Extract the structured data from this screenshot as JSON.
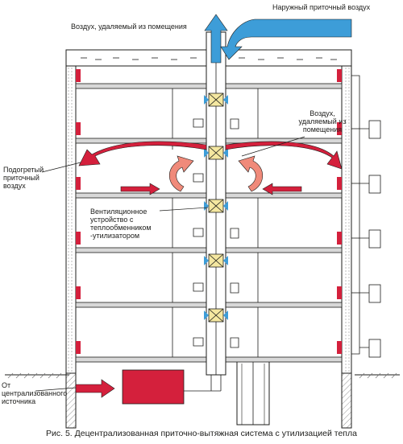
{
  "labels": {
    "exhaust_air": "Воздух, удаляемый из помещения",
    "outdoor_air": "Наружный приточный воздух",
    "room_exhaust_line1": "Воздух,",
    "room_exhaust_line2": "удаляемый из",
    "room_exhaust_line3": "помещения",
    "heated_line1": "Подогретый",
    "heated_line2": "приточный",
    "heated_line3": "воздух",
    "vent_line1": "Вентиляционное",
    "vent_line2": "устройство с",
    "vent_line3": "теплообменником",
    "vent_line4": "-утилизатором",
    "source_line1": "От",
    "source_line2": "централизованного",
    "source_line3": "источника"
  },
  "caption": "Рис. 5. Децентрализованная приточно-вытяжная система с утилизацией тепла",
  "colors": {
    "red": "#d4203c",
    "salmon": "#f08a7a",
    "blue": "#3d9dd8",
    "slab": "#d8d8d8",
    "line": "#1d1d1b",
    "unit": "#f4e7a0"
  }
}
